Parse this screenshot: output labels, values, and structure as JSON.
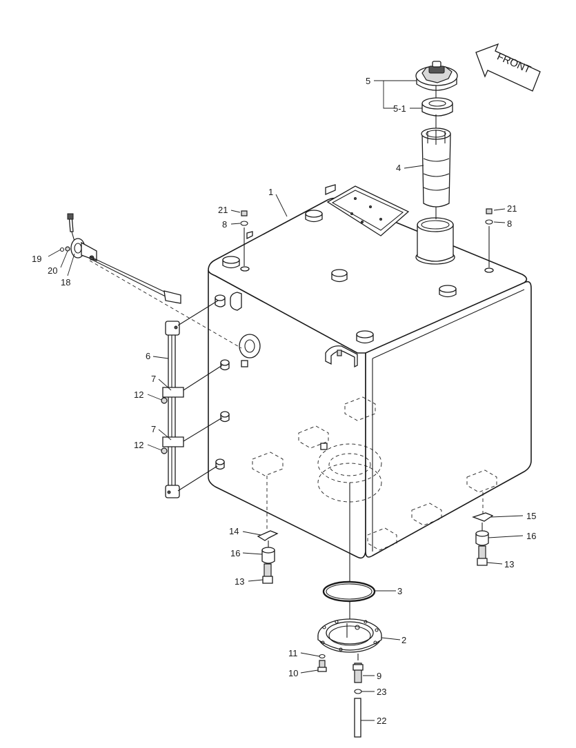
{
  "diagram": {
    "direction_label": "FRONT",
    "callouts": [
      {
        "id": "c1",
        "label": "1"
      },
      {
        "id": "c2",
        "label": "2"
      },
      {
        "id": "c3",
        "label": "3"
      },
      {
        "id": "c4",
        "label": "4"
      },
      {
        "id": "c5",
        "label": "5"
      },
      {
        "id": "c5_1",
        "label": "5-1"
      },
      {
        "id": "c6",
        "label": "6"
      },
      {
        "id": "c7a",
        "label": "7"
      },
      {
        "id": "c7b",
        "label": "7"
      },
      {
        "id": "c8l",
        "label": "8"
      },
      {
        "id": "c8r",
        "label": "8"
      },
      {
        "id": "c9",
        "label": "9"
      },
      {
        "id": "c10",
        "label": "10"
      },
      {
        "id": "c11",
        "label": "11"
      },
      {
        "id": "c12a",
        "label": "12"
      },
      {
        "id": "c12b",
        "label": "12"
      },
      {
        "id": "c13l",
        "label": "13"
      },
      {
        "id": "c13r",
        "label": "13"
      },
      {
        "id": "c14",
        "label": "14"
      },
      {
        "id": "c15",
        "label": "15"
      },
      {
        "id": "c16l",
        "label": "16"
      },
      {
        "id": "c16r",
        "label": "16"
      },
      {
        "id": "c18",
        "label": "18"
      },
      {
        "id": "c19",
        "label": "19"
      },
      {
        "id": "c20",
        "label": "20"
      },
      {
        "id": "c21l",
        "label": "21"
      },
      {
        "id": "c21r",
        "label": "21"
      },
      {
        "id": "c22",
        "label": "22"
      },
      {
        "id": "c23",
        "label": "23"
      }
    ]
  }
}
